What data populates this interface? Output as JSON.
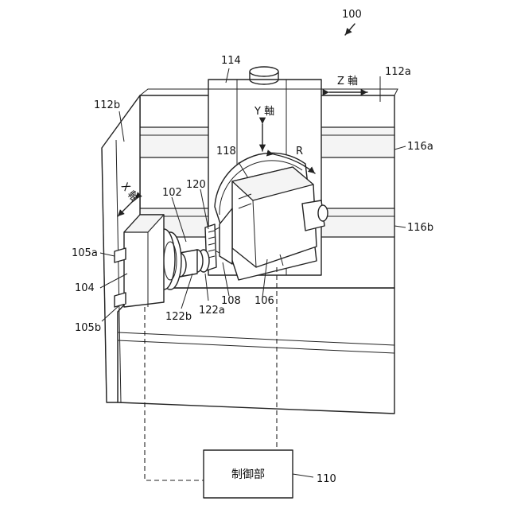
{
  "figure_number": "100",
  "axes": {
    "z": "Z 軸",
    "y": "Y 軸",
    "x": "X 軸",
    "r": "R"
  },
  "control_box": {
    "label": "制御部",
    "ref": "110"
  },
  "refs": {
    "r112a": "112a",
    "r112b": "112b",
    "r114": "114",
    "r116a": "116a",
    "r116b": "116b",
    "r118": "118",
    "r120": "120",
    "r102": "102",
    "r105a": "105a",
    "r104": "104",
    "r105b": "105b",
    "r122b": "122b",
    "r122a": "122a",
    "r108": "108",
    "r106": "106"
  }
}
